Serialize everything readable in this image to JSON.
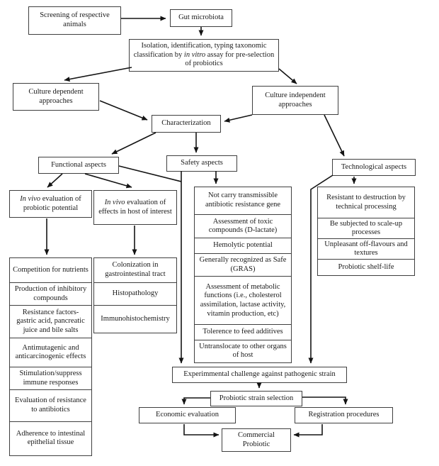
{
  "colors": {
    "border": "#3f3f3f",
    "arrow": "#141414",
    "text": "#1a1a1a",
    "background": "#ffffff"
  },
  "nodes": {
    "screening": "Screening of respective animals",
    "gut_microbiota": "Gut microbiota",
    "isolation_pre": "Isolation, identification, typing taxonomic classification by ",
    "isolation_italic": "in vitro",
    "isolation_post": " assay for pre-selection of probiotics",
    "culture_dependent": "Culture dependent approaches",
    "culture_independent": "Culture independent approaches",
    "characterization": "Characterization",
    "functional_aspects": "Functional aspects",
    "safety_aspects": "Safety aspects",
    "technological_aspects": "Technological aspects",
    "invivo_probiotic_italic": "In vivo",
    "invivo_probiotic_rest": " evaluation of probiotic potential",
    "invivo_host_italic": "In vivo",
    "invivo_host_rest": " evaluation of effects in host of interest",
    "experimental_challenge": "Experimmental challenge against pathogenic strain",
    "strain_selection": "Probiotic strain selection",
    "economic_evaluation": "Economic evaluation",
    "registration_procedures": "Registration procedures",
    "commercial_probiotic": "Commercial Probiotic"
  },
  "stacks": {
    "functional": [
      "Competition for nutrients",
      "Production of inhibitory compounds",
      "Resistance factors-gastric acid, pancreatic juice and bile salts",
      "Antimutagenic and anticarcinogenic effects",
      "Stimulation/suppress immune responses",
      "Evaluation of resistance to antibiotics",
      "Adherence to intestinal epithelial tissue"
    ],
    "host": [
      "Colonization in gastrointestinal tract",
      "Histopathology",
      "Immunohistochemistry"
    ],
    "safety": [
      "Not carry transmissible antibiotic resistance gene",
      "Assessment of toxic compounds (D-lactate)",
      "Hemolytic potential",
      "Generally recognized as Safe (GRAS)",
      "Assessment of metabolic functions (i.e., cholesterol assimilation, lactase activity, vitamin production, etc)",
      "Tolerence to feed additives",
      "Untranslocate to other organs of host"
    ],
    "technological": [
      "Resistant to destruction by technical processing",
      "Be subjected to scale-up processes",
      "Unpleasant off-flavours and textures",
      "Probiotic shelf-life"
    ]
  }
}
